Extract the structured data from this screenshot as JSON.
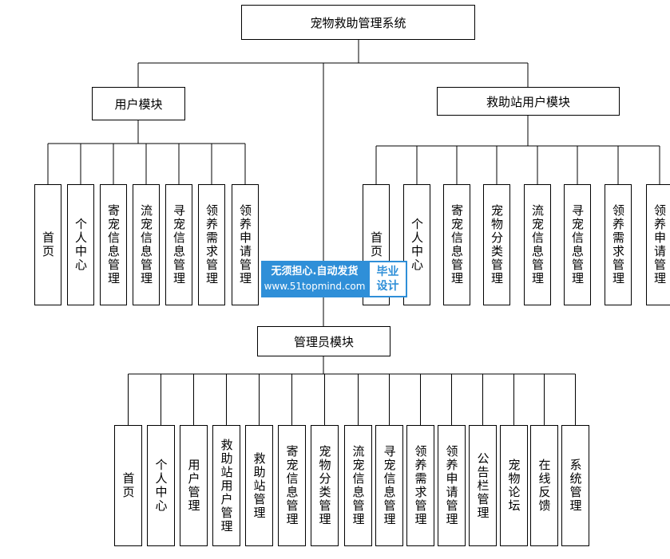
{
  "root": {
    "label": "宠物救助管理系统"
  },
  "user_module": {
    "label": "用户模块",
    "items": [
      "首页",
      "个人中心",
      "寄宠信息管理",
      "流宠信息管理",
      "寻宠信息管理",
      "领养需求管理",
      "领养申请管理"
    ]
  },
  "station_module": {
    "label": "救助站用户模块",
    "items": [
      "首页",
      "个人中心",
      "寄宠信息管理",
      "宠物分类管理",
      "流宠信息管理",
      "寻宠信息管理",
      "领养需求管理",
      "领养申请管理"
    ]
  },
  "admin_module": {
    "label": "管理员模块",
    "items": [
      "首页",
      "个人中心",
      "用户管理",
      "救助站用户管理",
      "救助站管理",
      "寄宠信息管理",
      "宠物分类管理",
      "流宠信息管理",
      "寻宠信息管理",
      "领养需求管理",
      "领养申请管理",
      "公告栏管理",
      "宠物论坛",
      "在线反馈",
      "系统管理"
    ]
  },
  "watermark": {
    "line1": "无须担心.自动发货",
    "line2": "www.51topmind.com",
    "badge_line1": "毕业",
    "badge_line2": "设计"
  }
}
